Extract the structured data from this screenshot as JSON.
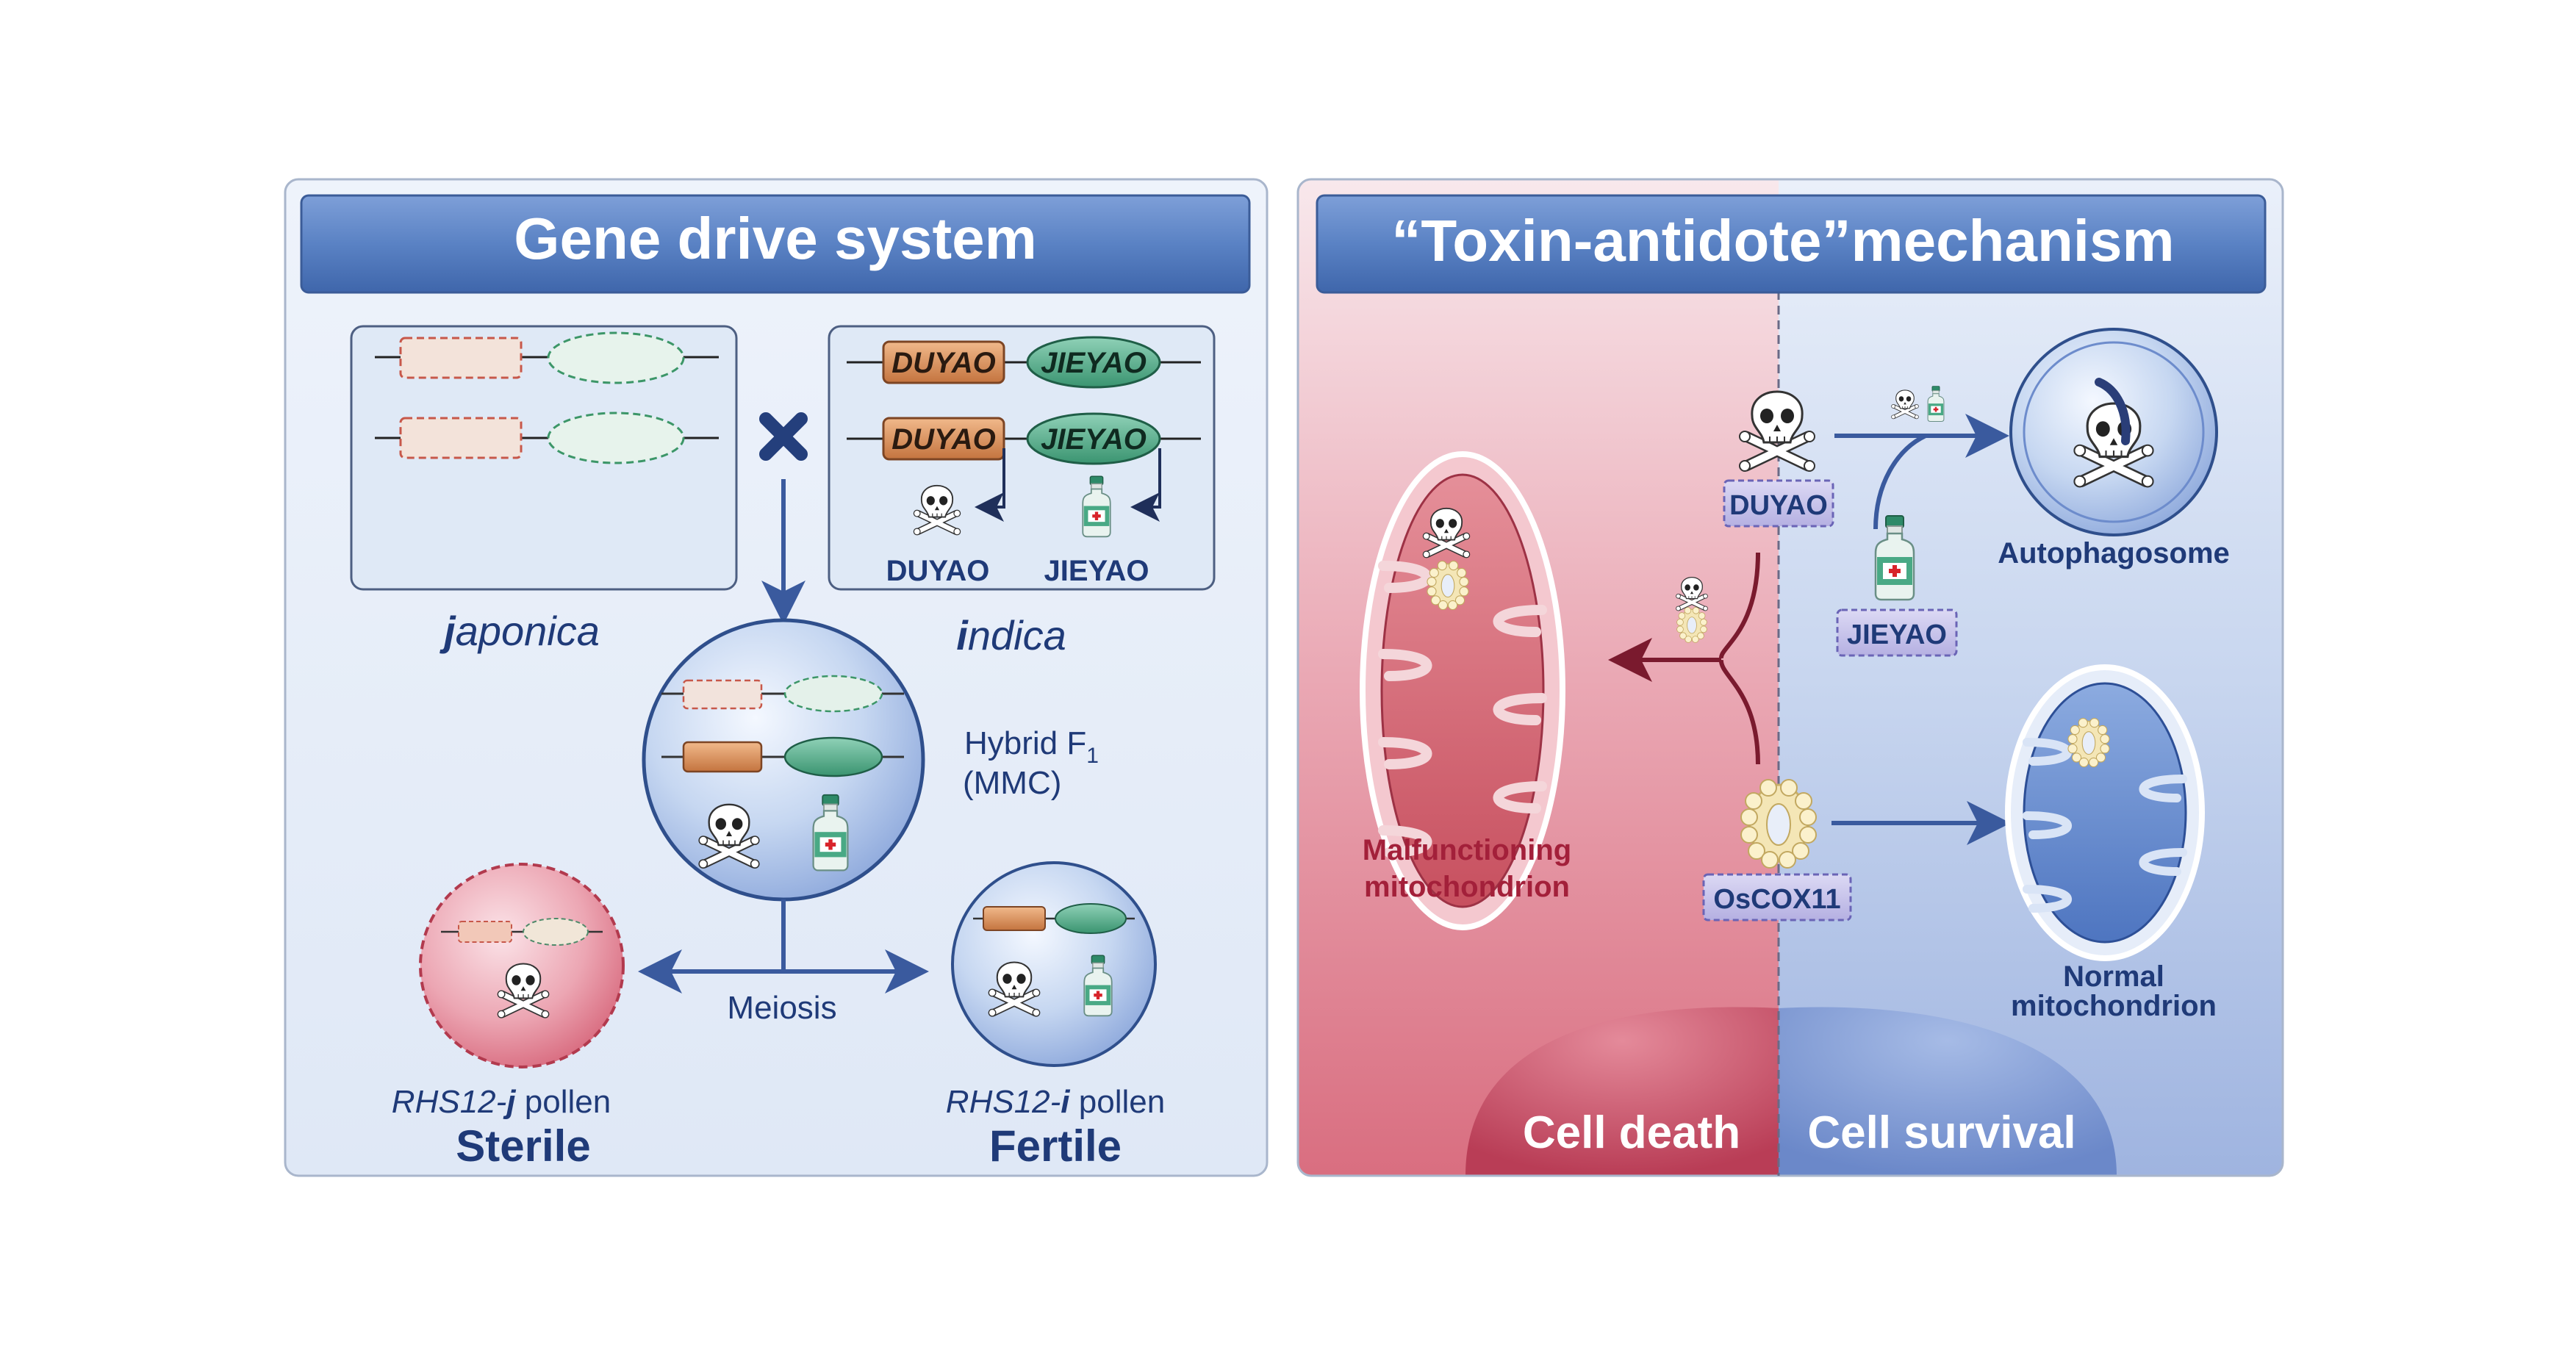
{
  "left_panel": {
    "title": "Gene drive system",
    "duyao_gene": "DUYAO",
    "jieyao_gene": "JIEYAO",
    "duyao_label": "DUYAO",
    "jieyao_label": "JIEYAO",
    "japonica_first": "j",
    "japonica_rest": "aponica",
    "indica_first": "i",
    "indica_rest": "ndica",
    "hybrid_line1": "Hybrid F",
    "hybrid_sub": "1",
    "hybrid_line2": "(MMC)",
    "meiosis": "Meiosis",
    "sterile_pollen_a": "RHS12-",
    "sterile_pollen_b": "j",
    "sterile_pollen_c": " pollen",
    "sterile": "Sterile",
    "fertile_pollen_a": "RHS12-",
    "fertile_pollen_b": "i",
    "fertile_pollen_c": " pollen",
    "fertile": "Fertile"
  },
  "right_panel": {
    "title": "“Toxin-antidote”mechanism",
    "duyao": "DUYAO",
    "jieyao": "JIEYAO",
    "oscox11": "OsCOX11",
    "autophagosome": "Autophagosome",
    "malfunction_line1": "Malfunctioning",
    "malfunction_line2": "mitochondrion",
    "normal_line1": "Normal",
    "normal_line2": "mitochondrion",
    "cell_death": "Cell death",
    "cell_survival": "Cell survival"
  },
  "colors": {
    "title_bar": "#5a82c4",
    "navy": "#1f3a78",
    "red_text": "#a3203a",
    "duyao_box": "#c87a44",
    "jieyao_box": "#3f9a78",
    "tag_purple": "#c7c3ea"
  },
  "icons": [
    "skull-icon",
    "antidote-bottle-icon",
    "cross-mark-icon"
  ]
}
